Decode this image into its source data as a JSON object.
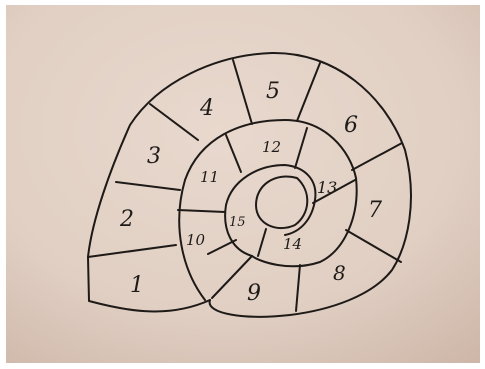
{
  "scene": {
    "subject": "hand-drawn spiral board",
    "paper_color": "#e3d2c7",
    "ink_color": "#1e1a18",
    "border_color": "#ffffff"
  },
  "cells": [
    {
      "id": "cell-1",
      "label": "1"
    },
    {
      "id": "cell-2",
      "label": "2"
    },
    {
      "id": "cell-3",
      "label": "3"
    },
    {
      "id": "cell-4",
      "label": "4"
    },
    {
      "id": "cell-5",
      "label": "5"
    },
    {
      "id": "cell-6",
      "label": "6"
    },
    {
      "id": "cell-7",
      "label": "7"
    },
    {
      "id": "cell-8",
      "label": "8"
    },
    {
      "id": "cell-9",
      "label": "9"
    },
    {
      "id": "cell-10",
      "label": "10"
    },
    {
      "id": "cell-11",
      "label": "11"
    },
    {
      "id": "cell-12",
      "label": "12"
    },
    {
      "id": "cell-13",
      "label": "13"
    },
    {
      "id": "cell-14",
      "label": "14"
    },
    {
      "id": "cell-15",
      "label": "15"
    }
  ]
}
